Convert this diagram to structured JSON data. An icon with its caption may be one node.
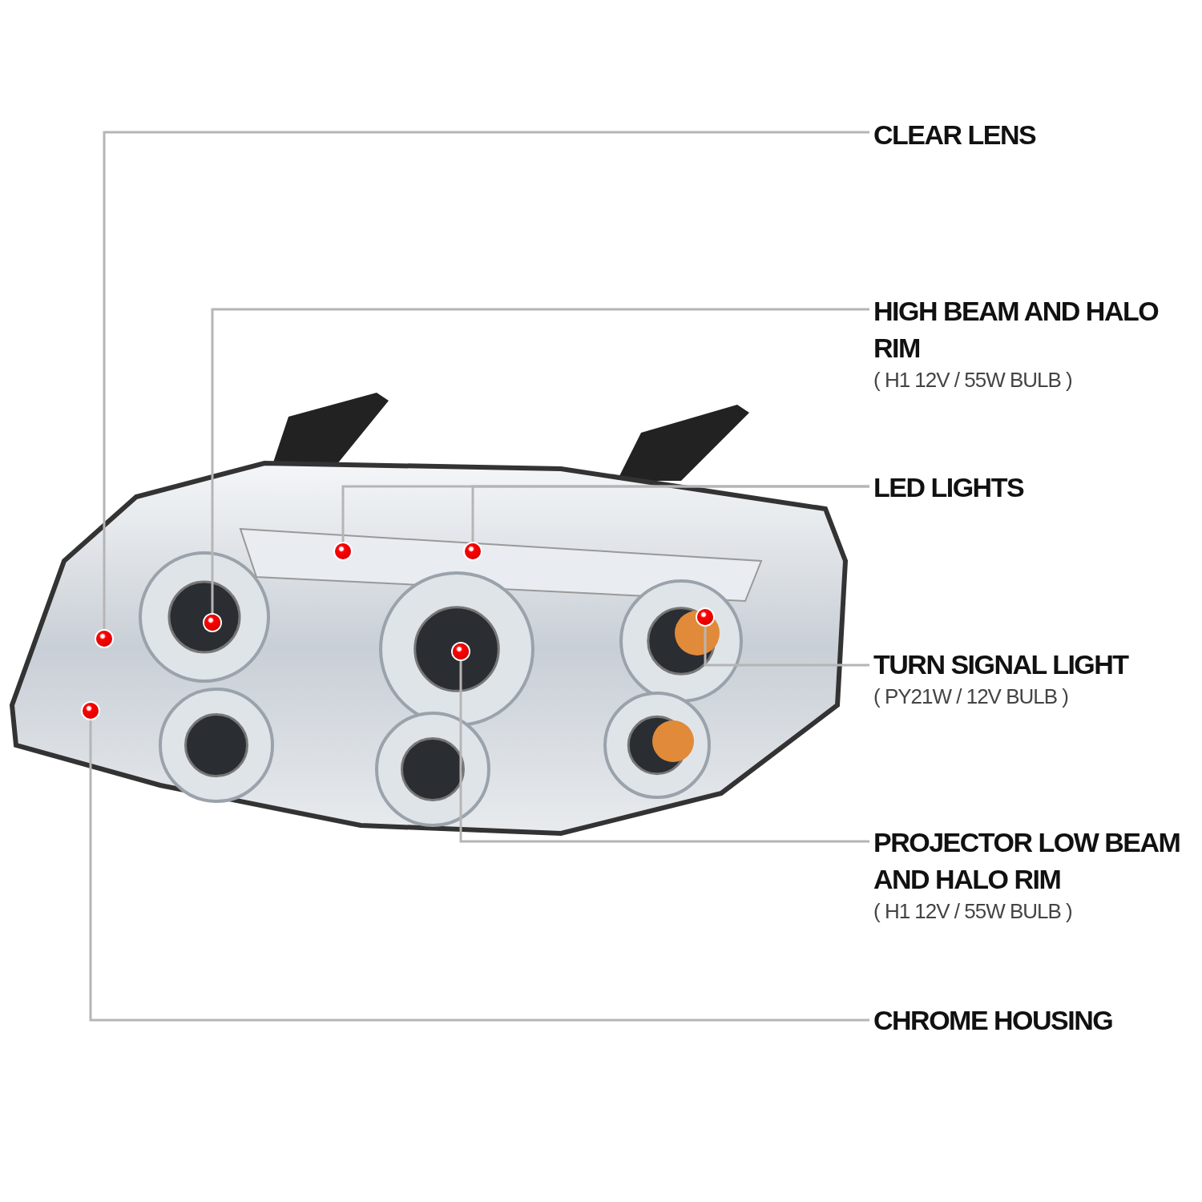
{
  "diagram": {
    "nodes": [
      {
        "text": [
          "CLEAR LENS"
        ]
      },
      {
        "text": [
          "HIGH BEAM AND HALO RIM",
          "( H1 12V / 55W BULB )"
        ]
      },
      {
        "text": [
          "LED LIGHTS"
        ]
      },
      {
        "text": [
          "TURN SIGNAL LIGHT",
          "( PY21W / 12V BULB )"
        ]
      },
      {
        "text": [
          "PROJECTOR LOW BEAM AND HALO RIM",
          "( H1 12V / 55W BULB )"
        ]
      },
      {
        "text": [
          "CHROME HOUSING"
        ]
      },
      {
        "text": [],
        "shape": "circle"
      },
      {
        "text": [],
        "shape": "circle"
      },
      {
        "text": [],
        "shape": "circle"
      },
      {
        "text": [],
        "shape": "circle"
      },
      {
        "text": [],
        "shape": "circle"
      },
      {
        "text": [],
        "shape": "circle"
      },
      {
        "text": [],
        "shape": "circle"
      }
    ],
    "edges": [
      {
        "from": 0,
        "to": 6,
        "arrow": "none"
      },
      {
        "from": 1,
        "to": 7,
        "arrow": "none"
      },
      {
        "from": 2,
        "to": 8,
        "arrow": "none"
      },
      {
        "from": 2,
        "to": 9,
        "arrow": "none"
      },
      {
        "from": 3,
        "to": 10,
        "arrow": "none"
      },
      {
        "from": 4,
        "to": 11,
        "arrow": "none"
      },
      {
        "from": 5,
        "to": 12,
        "arrow": "none"
      }
    ]
  }
}
